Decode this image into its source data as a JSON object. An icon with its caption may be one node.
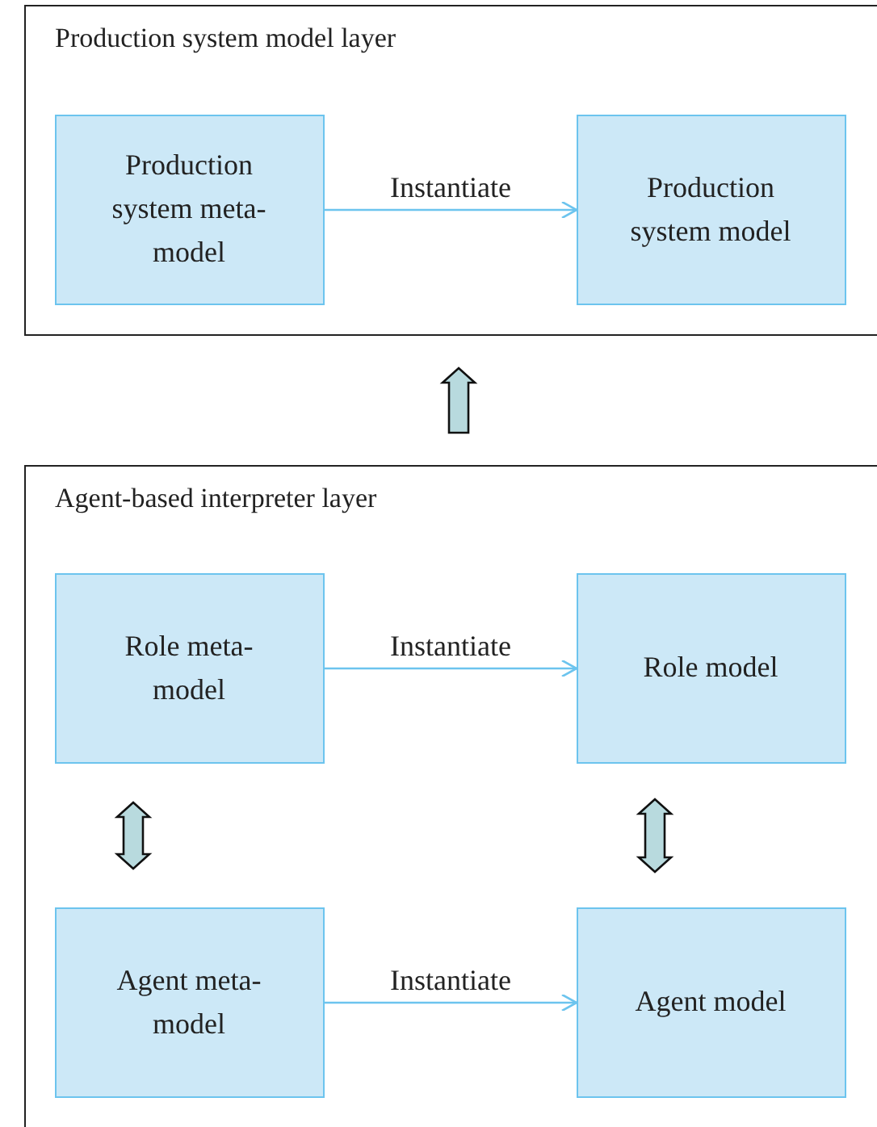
{
  "diagram": {
    "nodes": [
      {
        "text": [
          "Production system model layer"
        ]
      },
      {
        "text": [
          "Production system meta-model"
        ],
        "in": 0
      },
      {
        "text": [
          "Production system model"
        ],
        "in": 0
      },
      {
        "text": [
          "Agent-based interpreter layer"
        ]
      },
      {
        "text": [
          "Role meta-model"
        ],
        "in": 3
      },
      {
        "text": [
          "Role model"
        ],
        "in": 3
      },
      {
        "text": [
          "Agent meta-model"
        ],
        "in": 3
      },
      {
        "text": [
          "Agent model"
        ],
        "in": 3
      }
    ],
    "edges": [
      {
        "from": 1,
        "to": 2,
        "arrow": "to",
        "label": "Instantiate"
      },
      {
        "from": 3,
        "to": 0,
        "arrow": "to",
        "style": "thick",
        "color": "#b8dade"
      },
      {
        "from": 4,
        "to": 5,
        "arrow": "to",
        "label": "Instantiate"
      },
      {
        "from": 4,
        "to": 6,
        "arrow": "both",
        "style": "thick",
        "color": "#b8dade"
      },
      {
        "from": 5,
        "to": 7,
        "arrow": "both",
        "style": "thick",
        "color": "#b8dade"
      },
      {
        "from": 6,
        "to": 7,
        "arrow": "to",
        "label": "Instantiate"
      }
    ]
  }
}
